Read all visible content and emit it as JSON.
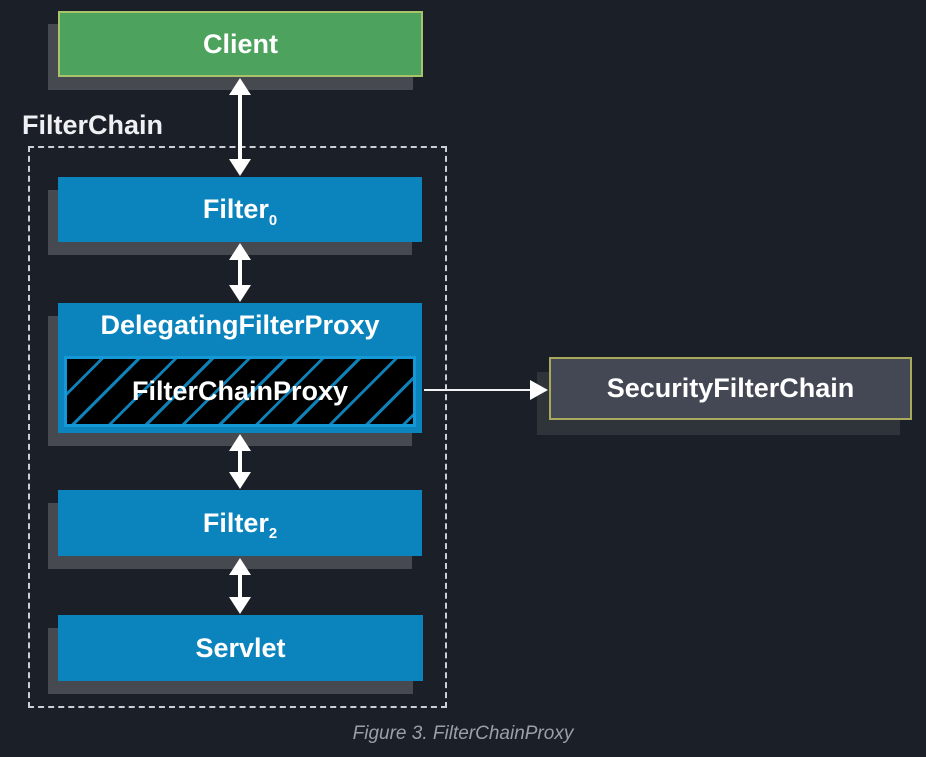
{
  "labels": {
    "filter_chain": "FilterChain",
    "caption": "Figure 3. FilterChainProxy"
  },
  "nodes": {
    "client": {
      "label": "Client"
    },
    "filter0": {
      "label": "Filter",
      "subscript": "0"
    },
    "delegating_filter_proxy": {
      "label": "DelegatingFilterProxy"
    },
    "filter_chain_proxy": {
      "label": "FilterChainProxy"
    },
    "filter2": {
      "label": "Filter",
      "subscript": "2"
    },
    "servlet": {
      "label": "Servlet"
    },
    "security_filter_chain": {
      "label": "SecurityFilterChain"
    }
  },
  "colors": {
    "background": "#1b1f27",
    "client_fill": "#4da25e",
    "client_border": "#a9c36a",
    "filter_fill": "#0b84bd",
    "hatch_fill": "#000000",
    "hatch_line": "#0e81b8",
    "hatch_border": "#1598d6",
    "security_fill": "#434854",
    "security_border": "#a9a95b",
    "dashed_border": "#ccd0d5",
    "arrow": "#ffffff",
    "box_shadow": "#46494f",
    "caption_text": "#9aa0a8"
  }
}
